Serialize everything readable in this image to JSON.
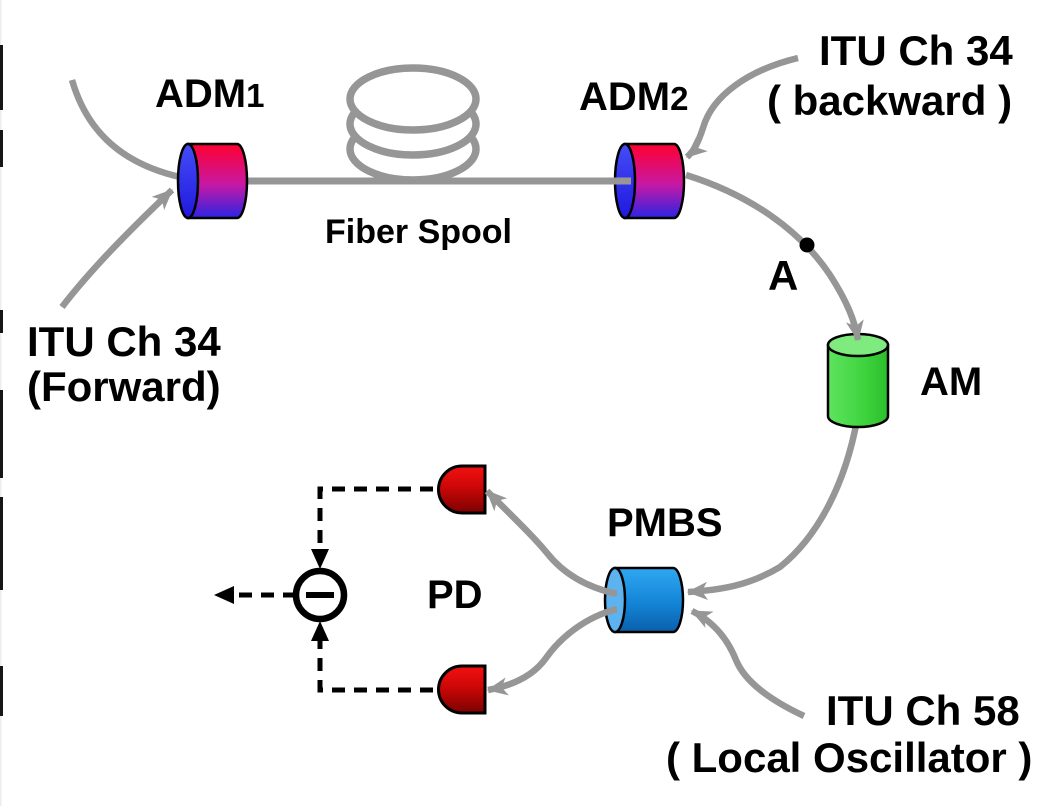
{
  "figure": {
    "kind": "optical-fiber-experiment-schematic",
    "background": "#FFFFFF"
  },
  "colors": {
    "fiber_gray": "#969696",
    "adm_body_top": "#FF0030",
    "adm_body_mid": "#C718A4",
    "adm_body_bottom": "#2A23E6",
    "adm_face_blue": "#2E36F2",
    "am_body_green": "#44D944",
    "am_face_green": "#7FEB7F",
    "pmbs_body_top": "#2FA8F2",
    "pmbs_body_bottom": "#0A60AC",
    "pmbs_face": "#5CB3F0",
    "pd_red_top": "#F31111",
    "pd_red_bottom": "#7C0101",
    "wire_black": "#000000",
    "point_marker_black": "#000000"
  },
  "labels": {
    "adm1_base": "ADM",
    "adm1_sub": "1",
    "adm2_base": "ADM",
    "adm2_sub": "2",
    "fiber_spool": "Fiber Spool",
    "itu34_forward_line1": "ITU Ch 34",
    "itu34_forward_line2": "(Forward)",
    "itu34_backward_line1": "ITU Ch 34",
    "itu34_backward_line2": "( backward )",
    "point_a": "A",
    "am": "AM",
    "pmbs": "PMBS",
    "pd": "PD",
    "itu58_line1": "ITU Ch 58",
    "itu58_line2": "( Local Oscillator )"
  }
}
